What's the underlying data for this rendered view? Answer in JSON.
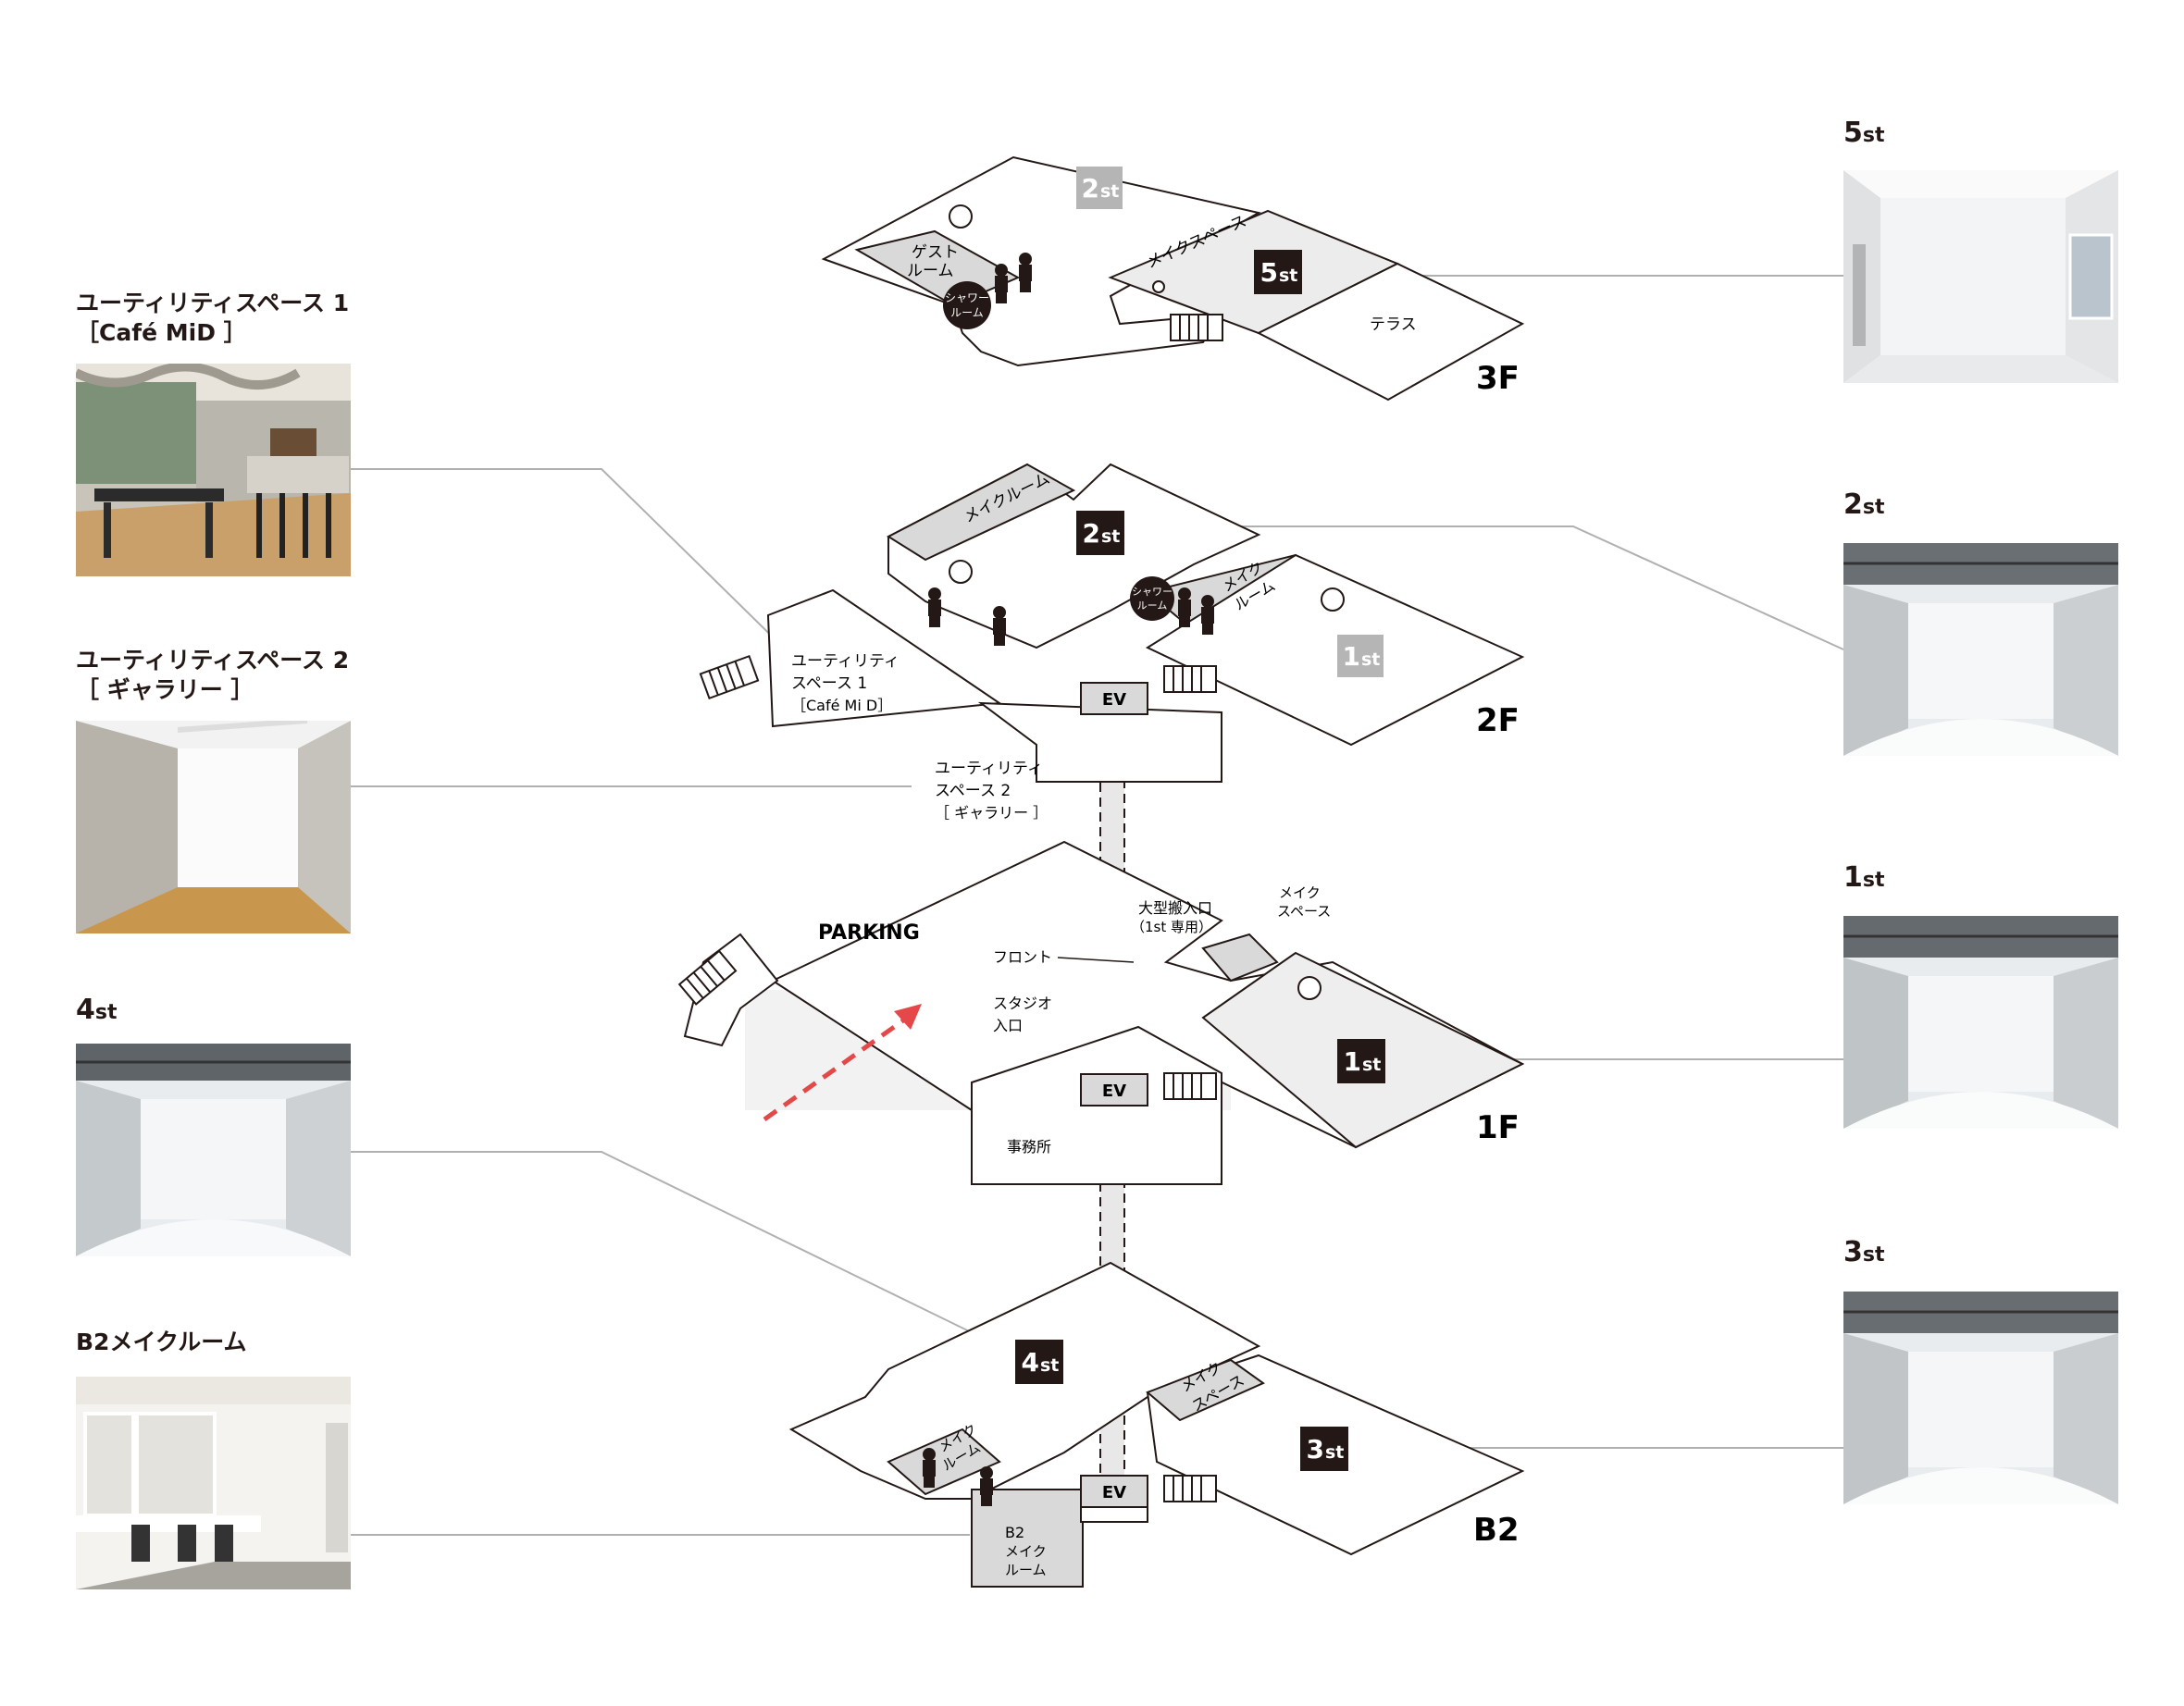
{
  "left_captions": {
    "utility1_line1": "ユーティリティスペース 1",
    "utility1_line2": "［Café MiD ］",
    "utility2_line1": "ユーティリティスペース 2",
    "utility2_line2": "［ ギャラリー ］",
    "studio4": "4",
    "b2_make": "B2メイクルーム"
  },
  "right_captions": {
    "studio5": "5",
    "studio2": "2",
    "studio1": "1",
    "studio3": "3"
  },
  "st_suffix": "st",
  "floors": {
    "f3": "3F",
    "f2": "2F",
    "f1": "1F",
    "b2": "B2"
  },
  "floor3": {
    "studio5_num": "5",
    "studio2_ghost_num": "2",
    "guest_room_line1": "ゲスト",
    "guest_room_line2": "ルーム",
    "shower_line1": "シャワー",
    "shower_line2": "ルーム",
    "make_space": "メイクスペース",
    "terrace": "テラス"
  },
  "floor2": {
    "studio2_num": "2",
    "studio1_ghost_num": "1",
    "make_room": "メイクルーム",
    "make_room2_line1": "メイク",
    "make_room2_line2": "ルーム",
    "shower_line1": "シャワー",
    "shower_line2": "ルーム",
    "utility1_line1": "ユーティリティ",
    "utility1_line2": "スペース 1",
    "utility1_line3": "［Café Mi D］",
    "utility2_line1": "ユーティリティ",
    "utility2_line2": "スペース 2",
    "utility2_line3": "［ ギャラリー ］",
    "ev": "EV"
  },
  "floor1": {
    "parking": "PARKING",
    "front": "フロント",
    "studio_entrance_line1": "スタジオ",
    "studio_entrance_line2": "入口",
    "large_entrance_line1": "大型搬入口",
    "large_entrance_line2": "（1st 専用）",
    "make_space_line1": "メイク",
    "make_space_line2": "スペース",
    "studio1_num": "1",
    "office": "事務所",
    "ev": "EV"
  },
  "floorb2": {
    "studio4_num": "4",
    "studio3_num": "3",
    "make_space_line1": "メイク",
    "make_space_line2": "スペース",
    "make_room_line1": "メイク",
    "make_room_line2": "ルーム",
    "b2_room_line1": "B2",
    "b2_room_line2": "メイク",
    "b2_room_line3": "ルーム",
    "ev": "EV"
  },
  "colors": {
    "ink": "#231815",
    "room_gray": "#d9d9d9",
    "light_gray": "#eeeeee",
    "ghost_badge": "#b5b5b5",
    "arrow_red": "#e54848",
    "leader_line": "#b0b0b0"
  }
}
